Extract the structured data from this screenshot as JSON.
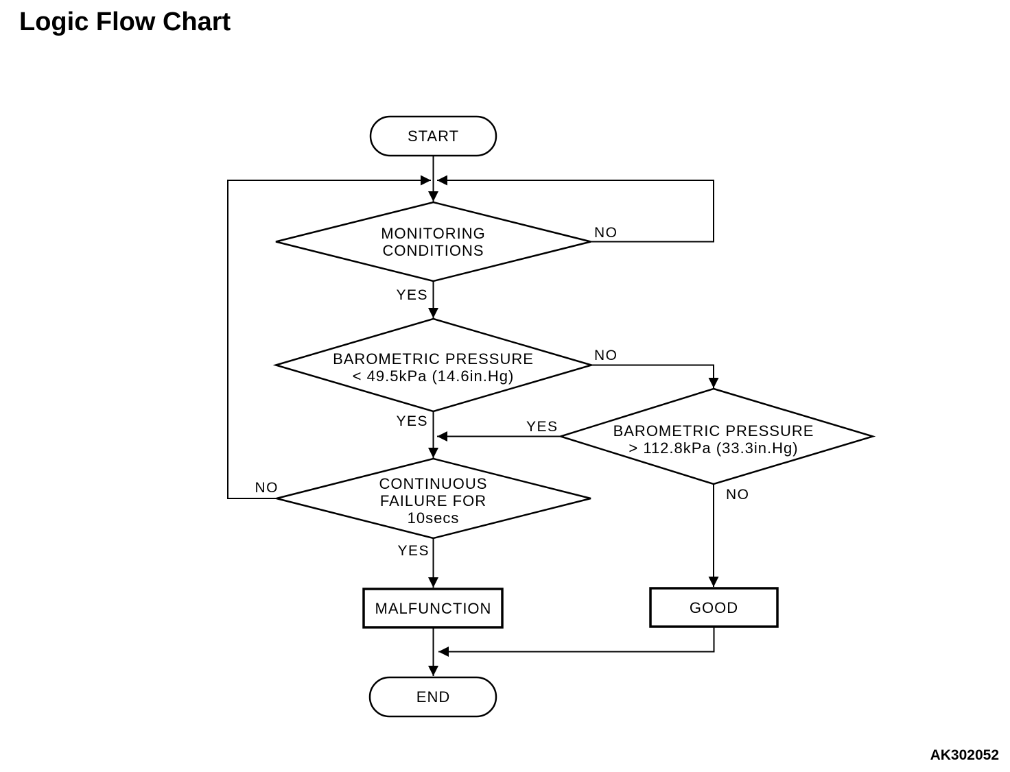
{
  "page": {
    "title": "Logic Flow Chart",
    "figure_id": "AK302052",
    "background": "#ffffff",
    "line_color": "#000000"
  },
  "flowchart": {
    "nodes": {
      "start": {
        "type": "terminator",
        "label": "START"
      },
      "monitoring": {
        "type": "decision",
        "line1": "MONITORING",
        "line2": "CONDITIONS"
      },
      "baro_low": {
        "type": "decision",
        "line1": "BAROMETRIC PRESSURE",
        "line2": "< 49.5kPa (14.6in.Hg)"
      },
      "baro_high": {
        "type": "decision",
        "line1": "BAROMETRIC PRESSURE",
        "line2": "> 112.8kPa (33.3in.Hg)"
      },
      "continuous_failure": {
        "type": "decision",
        "line1": "CONTINUOUS",
        "line2": "FAILURE FOR",
        "line3": "10secs"
      },
      "malfunction": {
        "type": "process",
        "label": "MALFUNCTION"
      },
      "good": {
        "type": "process",
        "label": "GOOD"
      },
      "end": {
        "type": "terminator",
        "label": "END"
      }
    },
    "edge_labels": {
      "monitoring_no": "NO",
      "monitoring_yes": "YES",
      "baro_low_no": "NO",
      "baro_low_yes": "YES",
      "baro_high_yes": "YES",
      "baro_high_no": "NO",
      "continuous_no": "NO",
      "continuous_yes": "YES"
    }
  }
}
